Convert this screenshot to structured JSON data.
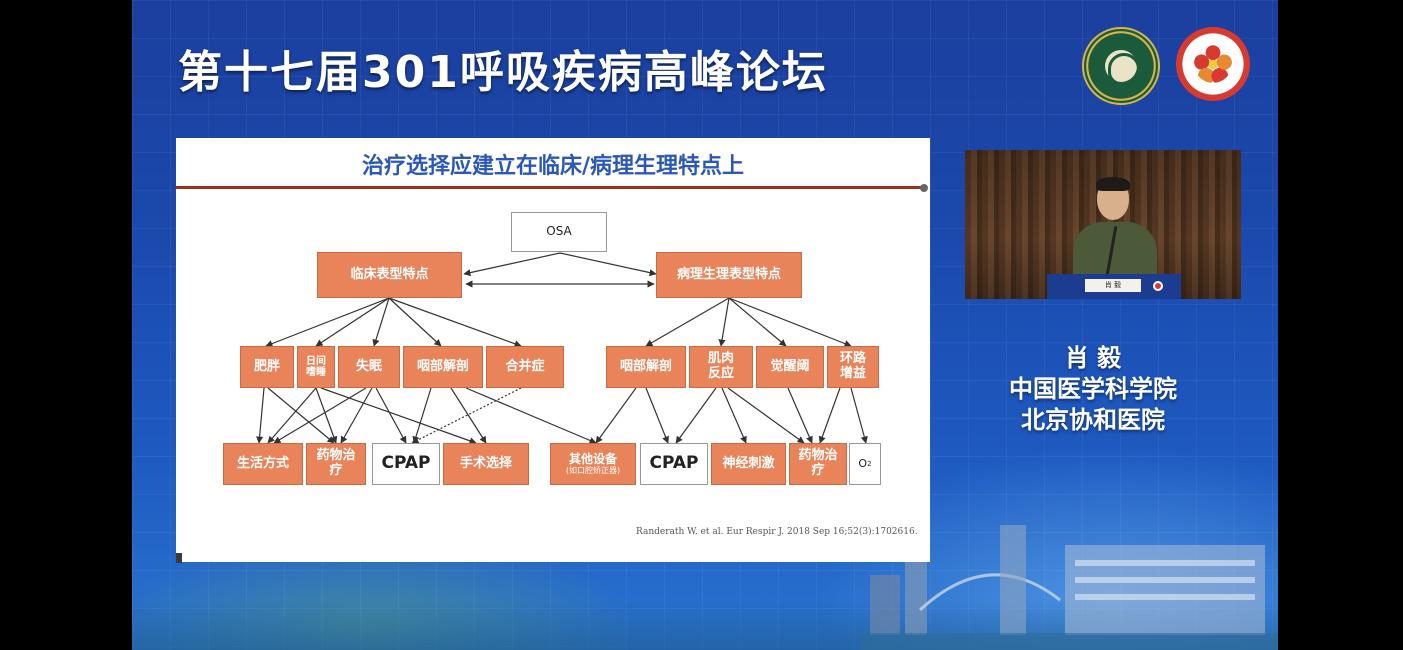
{
  "forum": {
    "title": "第十七届301呼吸疾病高峰论坛"
  },
  "slide": {
    "title": "治疗选择应建立在临床/病理生理特点上",
    "root": "OSA",
    "clinical_phenotype": "临床表型特点",
    "pathophys_phenotype": "病理生理表型特点",
    "clinical_traits": [
      "肥胖",
      "日间嗜睡",
      "失眠",
      "咽部解剖",
      "合并症"
    ],
    "pathophys_traits": [
      "咽部解剖",
      "肌肉反应",
      "觉醒阈",
      "环路增益"
    ],
    "treatments": {
      "lifestyle": "生活方式",
      "drug_left": "药物治疗",
      "cpap_left": "CPAP",
      "surgery": "手术选择",
      "other_device": "其他设备",
      "other_device_note": "(如口腔矫正器)",
      "cpap_right": "CPAP",
      "nerve_stim": "神经刺激",
      "drug_right": "药物治疗",
      "oxygen": "O",
      "oxygen_sub": "2"
    },
    "citation": "Randerath W. et al. Eur Respir J. 2018 Sep 16;52(3):1702616."
  },
  "speaker": {
    "name": "肖 毅",
    "affiliation_1": "中国医学科学院",
    "affiliation_2": "北京协和医院",
    "podium_plate": "肖 毅"
  },
  "colors": {
    "node_fill": "#e9845a",
    "title_blue": "#2b58b8",
    "rule_red": "#9a2f22",
    "background_blue": "#1b49ad"
  }
}
